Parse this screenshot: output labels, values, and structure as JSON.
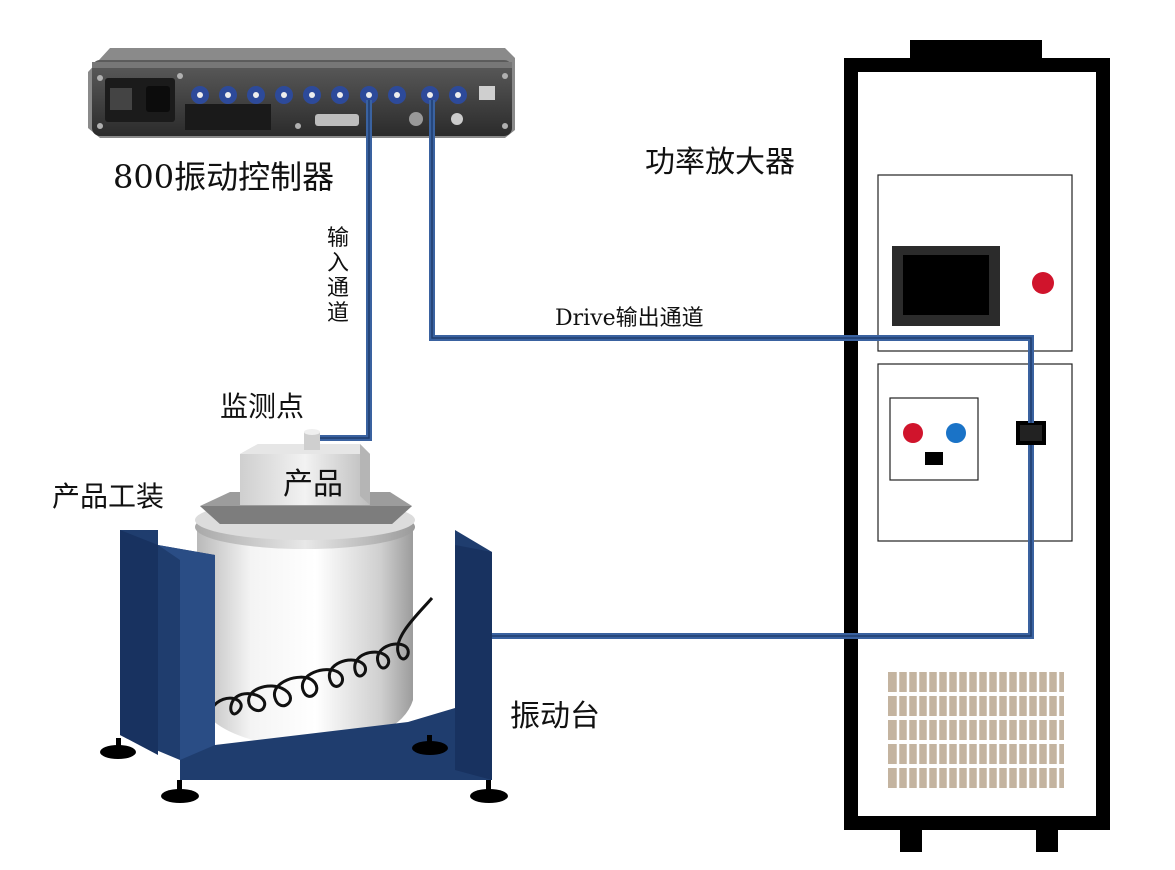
{
  "labels": {
    "controller": "800振动控制器",
    "amplifier": "功率放大器",
    "input_channel_chars": [
      "输",
      "入",
      "通",
      "道"
    ],
    "drive_channel": "Drive输出通道",
    "monitor_point": "监测点",
    "product": "产品",
    "fixture": "产品工装",
    "shaker": "振动台"
  },
  "colors": {
    "cable": "#3a62a0",
    "shaker_frame": "#1f3d6e",
    "amp_frame": "#000000",
    "red_light": "#d0142c",
    "blue_light": "#1a73c7",
    "vent": "#c4b4a0"
  }
}
